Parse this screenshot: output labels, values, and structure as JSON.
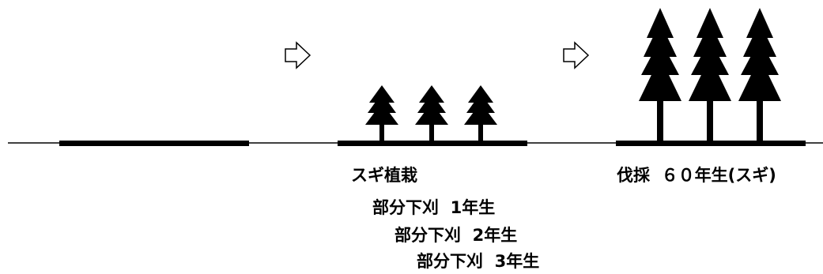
{
  "arrow_icon": "hollow-right-arrow-icon",
  "tree_icon": "conifer-tree-icon",
  "stages": [
    {
      "name": "before",
      "trees": 0
    },
    {
      "name": "planting",
      "trees": 3,
      "tree_size": "small"
    },
    {
      "name": "harvest",
      "trees": 3,
      "tree_size": "large"
    }
  ],
  "labels": {
    "planting": "スギ植栽",
    "weeding1": "部分下刈  1年生",
    "weeding2": "部分下刈  2年生",
    "weeding3": "部分下刈  3年生",
    "harvest": "伐採  ６０年生(スギ)"
  }
}
